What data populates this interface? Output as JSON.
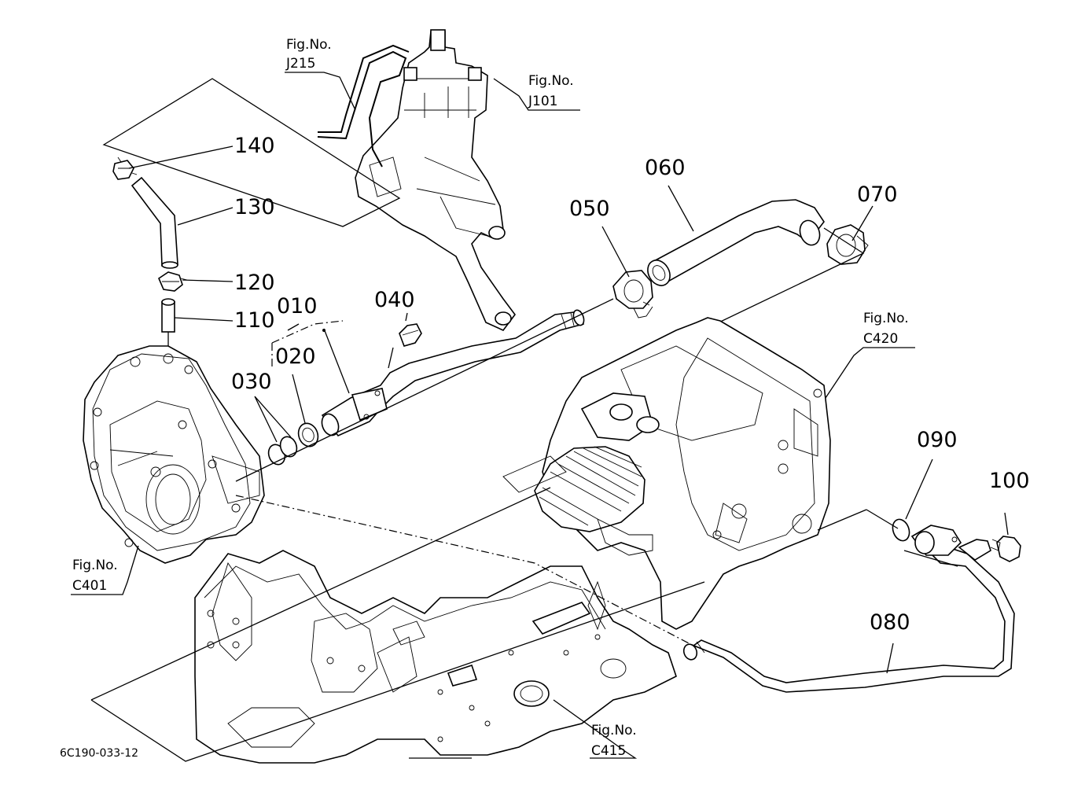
{
  "diagram_code": "6C190-033-12",
  "figure_refs": [
    {
      "fig_label": "Fig.No.",
      "fig_no": "J215"
    },
    {
      "fig_label": "Fig.No.",
      "fig_no": "J101"
    },
    {
      "fig_label": "Fig.No.",
      "fig_no": "C420"
    },
    {
      "fig_label": "Fig.No.",
      "fig_no": "C401"
    },
    {
      "fig_label": "Fig.No.",
      "fig_no": "C415"
    }
  ],
  "parts": [
    {
      "ref": "010"
    },
    {
      "ref": "020"
    },
    {
      "ref": "030"
    },
    {
      "ref": "040"
    },
    {
      "ref": "050"
    },
    {
      "ref": "060"
    },
    {
      "ref": "070"
    },
    {
      "ref": "080"
    },
    {
      "ref": "090"
    },
    {
      "ref": "100"
    },
    {
      "ref": "110"
    },
    {
      "ref": "120"
    },
    {
      "ref": "130"
    },
    {
      "ref": "140"
    }
  ]
}
